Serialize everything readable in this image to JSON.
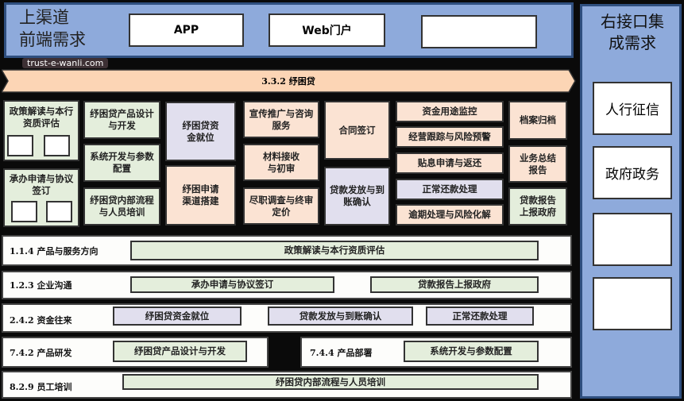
{
  "top": {
    "title_line1": "上渠道",
    "title_line2": "前端需求",
    "boxes": [
      "APP",
      "Web门户",
      ""
    ]
  },
  "watermark": "trust-e-wanli.com",
  "banner": "3.3.2 纾困贷",
  "grid": {
    "c1": [
      "政策解读与本行资质评估",
      "承办申请与协议签订"
    ],
    "c2": [
      "纾困贷产品设计与开发",
      "系统开发与参数配置",
      "纾困贷内部流程与人员培训"
    ],
    "c3": [
      "纾困贷资金就位",
      "纾困申请渠道搭建"
    ],
    "c4": [
      "宣传推广与咨询服务",
      "材料接收与初审",
      "尽职调查与终审定价"
    ],
    "c5": [
      "合同签订",
      "贷款发放与到账确认"
    ],
    "c6": [
      "资金用途监控",
      "经营跟踪与风险预警",
      "贴息申请与返还",
      "正常还款处理",
      "逾期处理与风险化解"
    ],
    "c7": [
      "档案归档",
      "业务总结报告",
      "贷款报告上报政府"
    ]
  },
  "rows": [
    {
      "label": "1.1.4 产品与服务方向",
      "items": [
        "政策解读与本行资质评估"
      ]
    },
    {
      "label": "1.2.3 企业沟通",
      "items": [
        "承办申请与协议签订",
        "贷款报告上报政府"
      ]
    },
    {
      "label": "2.4.2 资金往来",
      "items": [
        "纾困贷资金就位",
        "贷款发放与到账确认",
        "正常还款处理"
      ]
    },
    {
      "label": "7.4.2 产品研发",
      "items": [
        "纾困贷产品设计与开发"
      ],
      "label2": "7.4.4 产品部署",
      "items2": [
        "系统开发与参数配置"
      ]
    },
    {
      "label": "8.2.9 员工培训",
      "items": [
        "纾困贷内部流程与人员培训"
      ]
    }
  ],
  "right": {
    "title": "右接口集成需求",
    "boxes": [
      "人行征信",
      "政府政务",
      "",
      ""
    ]
  },
  "colors": {
    "green": "#e4eedc",
    "peach": "#fbe3d3",
    "lavender": "#e1dfee",
    "blue": "#8eaadb"
  }
}
